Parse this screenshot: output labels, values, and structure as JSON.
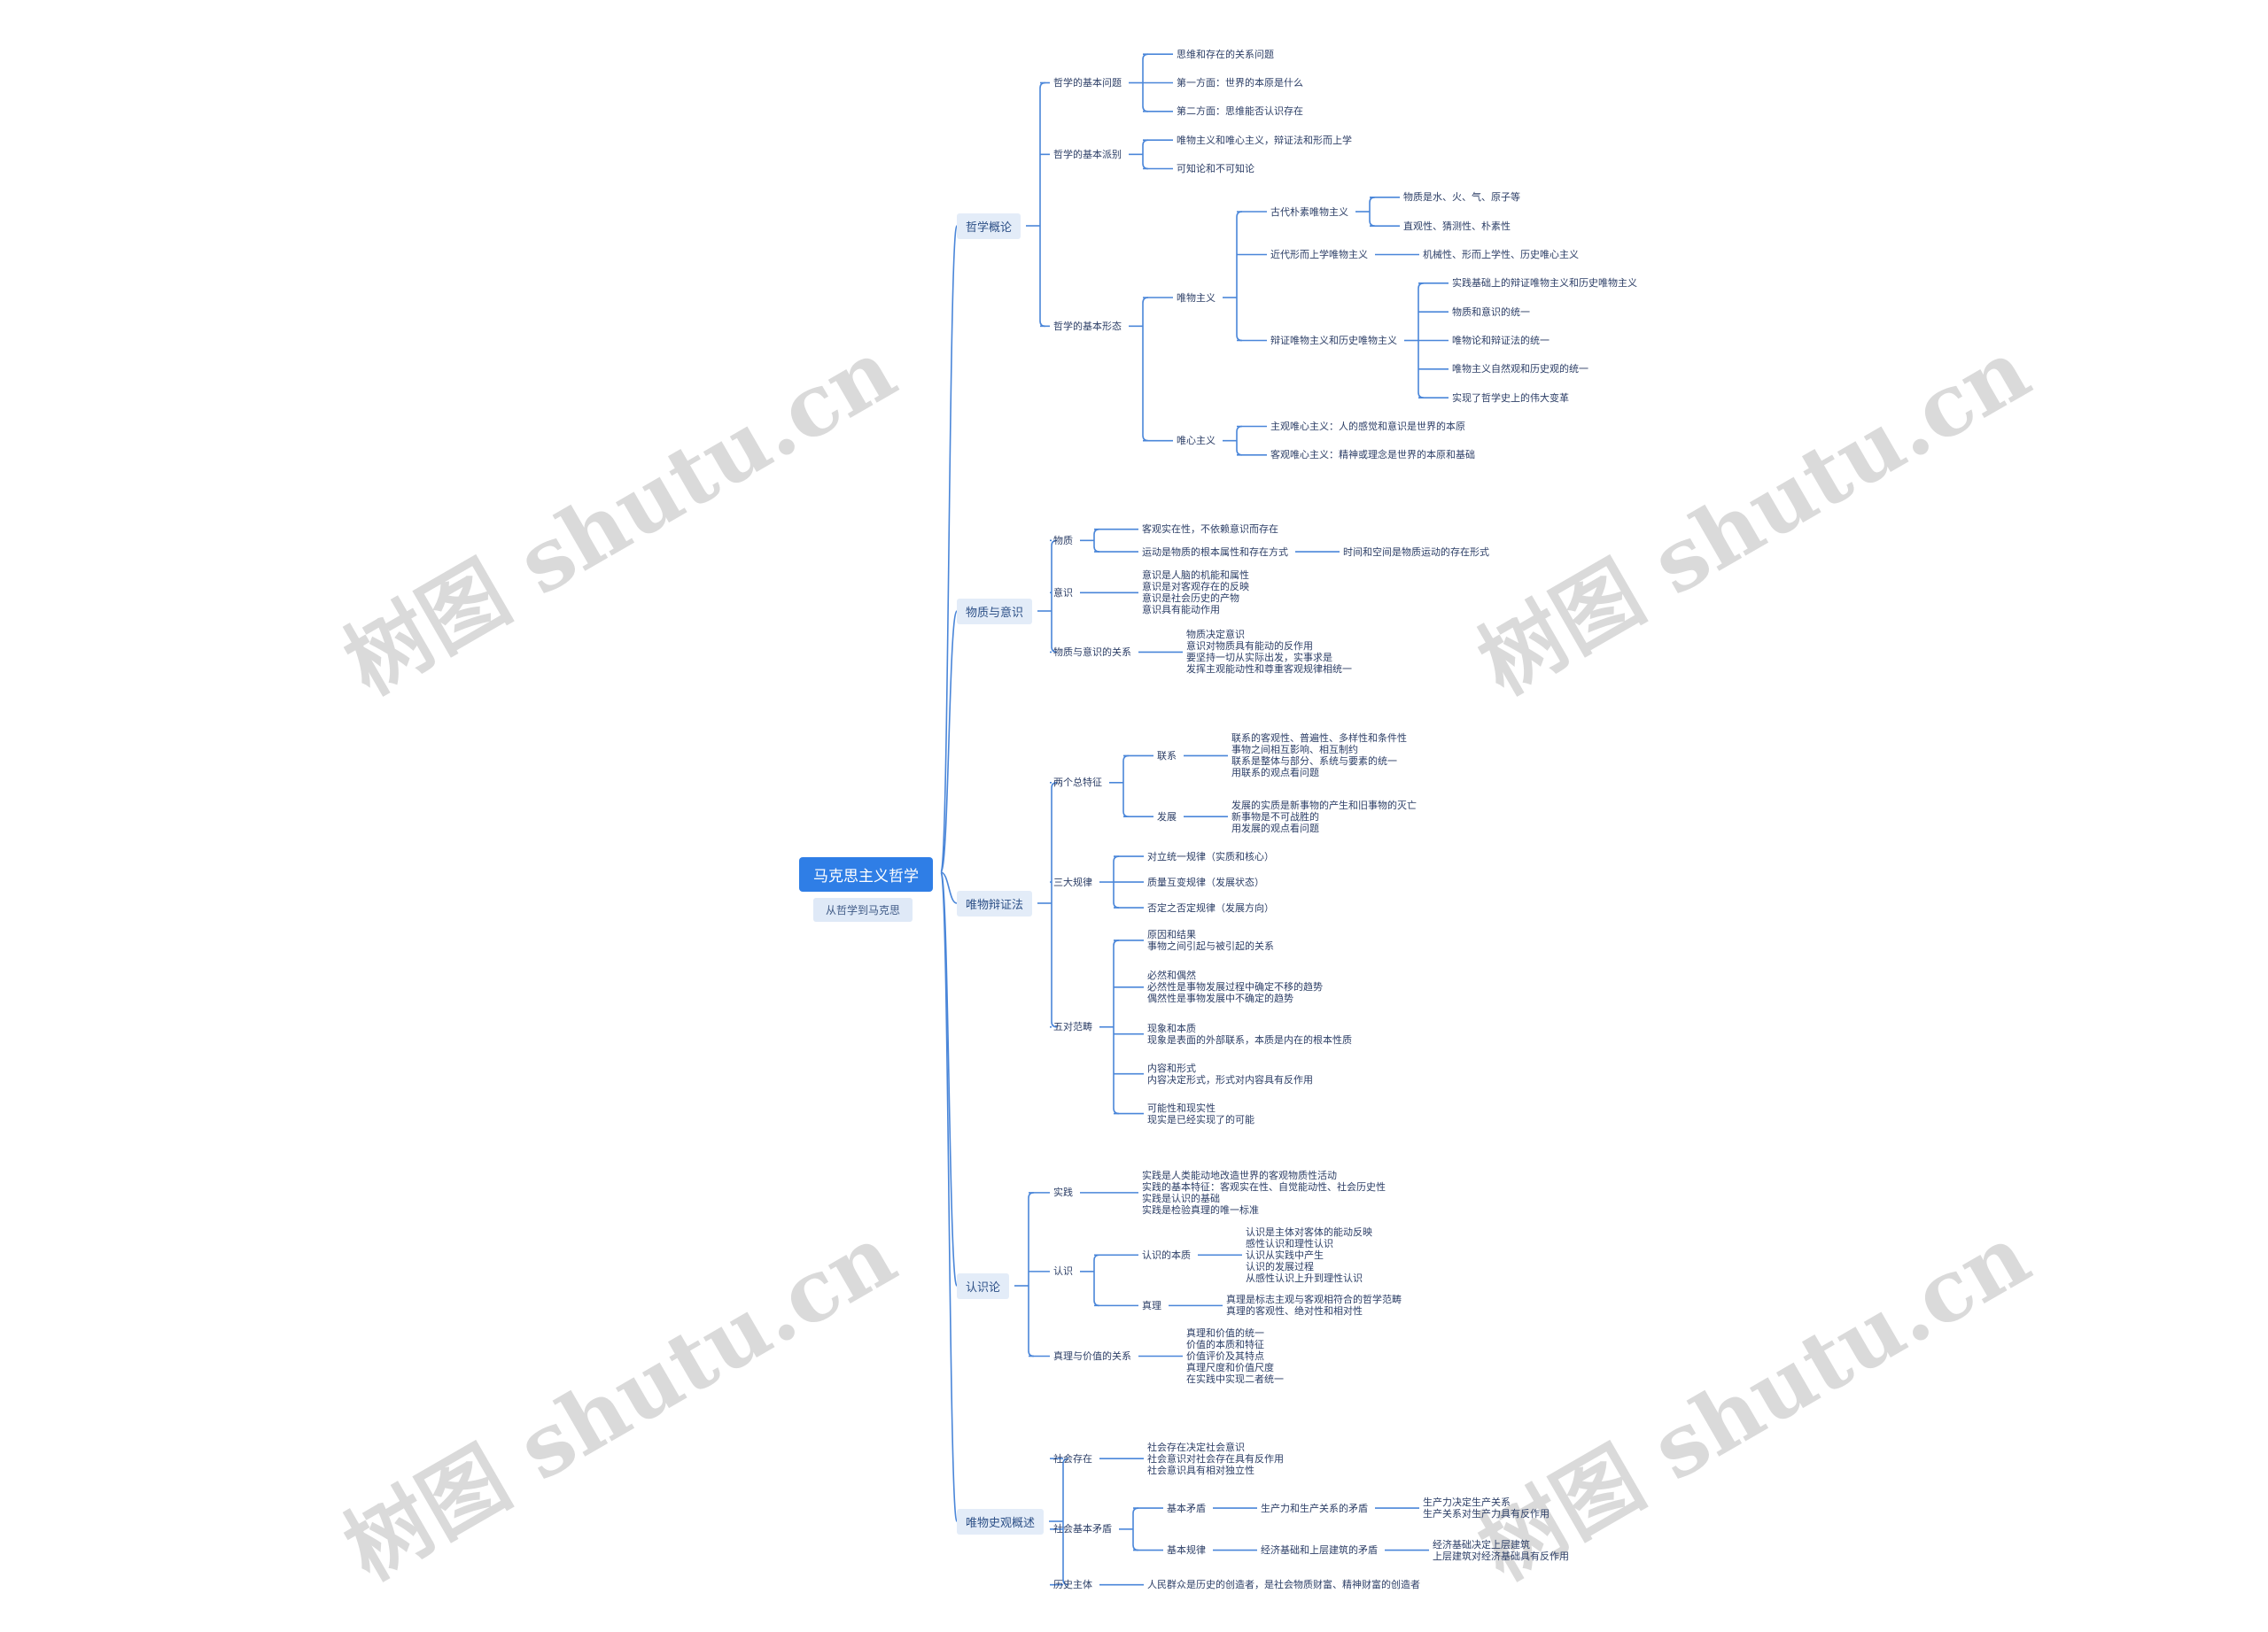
{
  "root": {
    "title": "马克思主义哲学",
    "subtitle": "从哲学到马克思"
  },
  "branches": [
    {
      "label": "哲学概论",
      "children": [
        {
          "label": "哲学的基本问题",
          "children": [
            {
              "label": "思维和存在的关系问题"
            },
            {
              "label": "第一方面：世界的本原是什么"
            },
            {
              "label": "第二方面：思维能否认识存在"
            }
          ]
        },
        {
          "label": "哲学的基本派别",
          "children": [
            {
              "label": "唯物主义和唯心主义，辩证法和形而上学"
            },
            {
              "label": "可知论和不可知论"
            }
          ]
        },
        {
          "label": "哲学的基本形态",
          "children": [
            {
              "label": "唯物主义",
              "children": [
                {
                  "label": "古代朴素唯物主义",
                  "children": [
                    {
                      "label": "物质是水、火、气、原子等"
                    },
                    {
                      "label": "直观性、猜测性、朴素性"
                    }
                  ]
                },
                {
                  "label": "近代形而上学唯物主义",
                  "children": [
                    {
                      "label": "机械性、形而上学性、历史唯心主义"
                    }
                  ]
                },
                {
                  "label": "辩证唯物主义和历史唯物主义",
                  "children": [
                    {
                      "label": "实践基础上的辩证唯物主义和历史唯物主义"
                    },
                    {
                      "label": "物质和意识的统一"
                    },
                    {
                      "label": "唯物论和辩证法的统一"
                    },
                    {
                      "label": "唯物主义自然观和历史观的统一"
                    },
                    {
                      "label": "实现了哲学史上的伟大变革"
                    }
                  ]
                }
              ]
            },
            {
              "label": "唯心主义",
              "children": [
                {
                  "label": "主观唯心主义：人的感觉和意识是世界的本原"
                },
                {
                  "label": "客观唯心主义：精神或理念是世界的本原和基础"
                }
              ]
            }
          ]
        }
      ]
    },
    {
      "label": "物质与意识",
      "children": [
        {
          "label": "物质",
          "children": [
            {
              "label": "客观实在性，不依赖意识而存在"
            },
            {
              "label": "运动是物质的根本属性和存在方式",
              "children": [
                {
                  "label": "时间和空间是物质运动的存在形式"
                }
              ]
            }
          ]
        },
        {
          "label": "意识",
          "children": [
            {
              "label": "意识是人脑的机能和属性\n意识是对客观存在的反映\n意识是社会历史的产物\n意识具有能动作用"
            }
          ]
        },
        {
          "label": "物质与意识的关系",
          "children": [
            {
              "label": "物质决定意识\n意识对物质具有能动的反作用\n要坚持一切从实际出发，实事求是\n发挥主观能动性和尊重客观规律相统一"
            }
          ]
        }
      ]
    },
    {
      "label": "唯物辩证法",
      "children": [
        {
          "label": "两个总特征",
          "children": [
            {
              "label": "联系",
              "children": [
                {
                  "label": "联系的客观性、普遍性、多样性和条件性\n事物之间相互影响、相互制约\n联系是整体与部分、系统与要素的统一\n用联系的观点看问题"
                }
              ]
            },
            {
              "label": "发展",
              "children": [
                {
                  "label": "发展的实质是新事物的产生和旧事物的灭亡\n新事物是不可战胜的\n用发展的观点看问题"
                }
              ]
            }
          ]
        },
        {
          "label": "三大规律",
          "children": [
            {
              "label": "对立统一规律（实质和核心）"
            },
            {
              "label": "质量互变规律（发展状态）"
            },
            {
              "label": "否定之否定规律（发展方向）"
            }
          ]
        },
        {
          "label": "五对范畴",
          "children": [
            {
              "label": "原因和结果\n事物之间引起与被引起的关系"
            },
            {
              "label": "必然和偶然\n必然性是事物发展过程中确定不移的趋势\n偶然性是事物发展中不确定的趋势"
            },
            {
              "label": "现象和本质\n现象是表面的外部联系，本质是内在的根本性质"
            },
            {
              "label": "内容和形式\n内容决定形式，形式对内容具有反作用"
            },
            {
              "label": "可能性和现实性\n现实是已经实现了的可能"
            }
          ]
        }
      ]
    },
    {
      "label": "认识论",
      "children": [
        {
          "label": "实践",
          "children": [
            {
              "label": "实践是人类能动地改造世界的客观物质性活动\n实践的基本特征：客观实在性、自觉能动性、社会历史性\n实践是认识的基础\n实践是检验真理的唯一标准"
            }
          ]
        },
        {
          "label": "认识",
          "children": [
            {
              "label": "认识的本质",
              "children": [
                {
                  "label": "认识是主体对客体的能动反映\n感性认识和理性认识\n认识从实践中产生\n认识的发展过程\n从感性认识上升到理性认识"
                }
              ]
            },
            {
              "label": "真理",
              "children": [
                {
                  "label": "真理是标志主观与客观相符合的哲学范畴\n真理的客观性、绝对性和相对性"
                }
              ]
            }
          ]
        },
        {
          "label": "真理与价值的关系",
          "children": [
            {
              "label": "真理和价值的统一\n价值的本质和特征\n价值评价及其特点\n真理尺度和价值尺度\n在实践中实现二者统一"
            }
          ]
        }
      ]
    },
    {
      "label": "唯物史观概述",
      "children": [
        {
          "label": "社会存在",
          "children": [
            {
              "label": "社会存在决定社会意识\n社会意识对社会存在具有反作用\n社会意识具有相对独立性"
            }
          ]
        },
        {
          "label": "社会基本矛盾",
          "children": [
            {
              "label": "基本矛盾",
              "children": [
                {
                  "label": "生产力和生产关系的矛盾",
                  "children": [
                    {
                      "label": "生产力决定生产关系\n生产关系对生产力具有反作用"
                    }
                  ]
                }
              ]
            },
            {
              "label": "基本规律",
              "children": [
                {
                  "label": "经济基础和上层建筑的矛盾",
                  "children": [
                    {
                      "label": "经济基础决定上层建筑\n上层建筑对经济基础具有反作用"
                    }
                  ]
                }
              ]
            }
          ]
        },
        {
          "label": "历史主体",
          "children": [
            {
              "label": "人民群众是历史的创造者，是社会物质财富、精神财富的创造者"
            }
          ]
        }
      ]
    }
  ],
  "watermark": "树图 shutu.cn"
}
